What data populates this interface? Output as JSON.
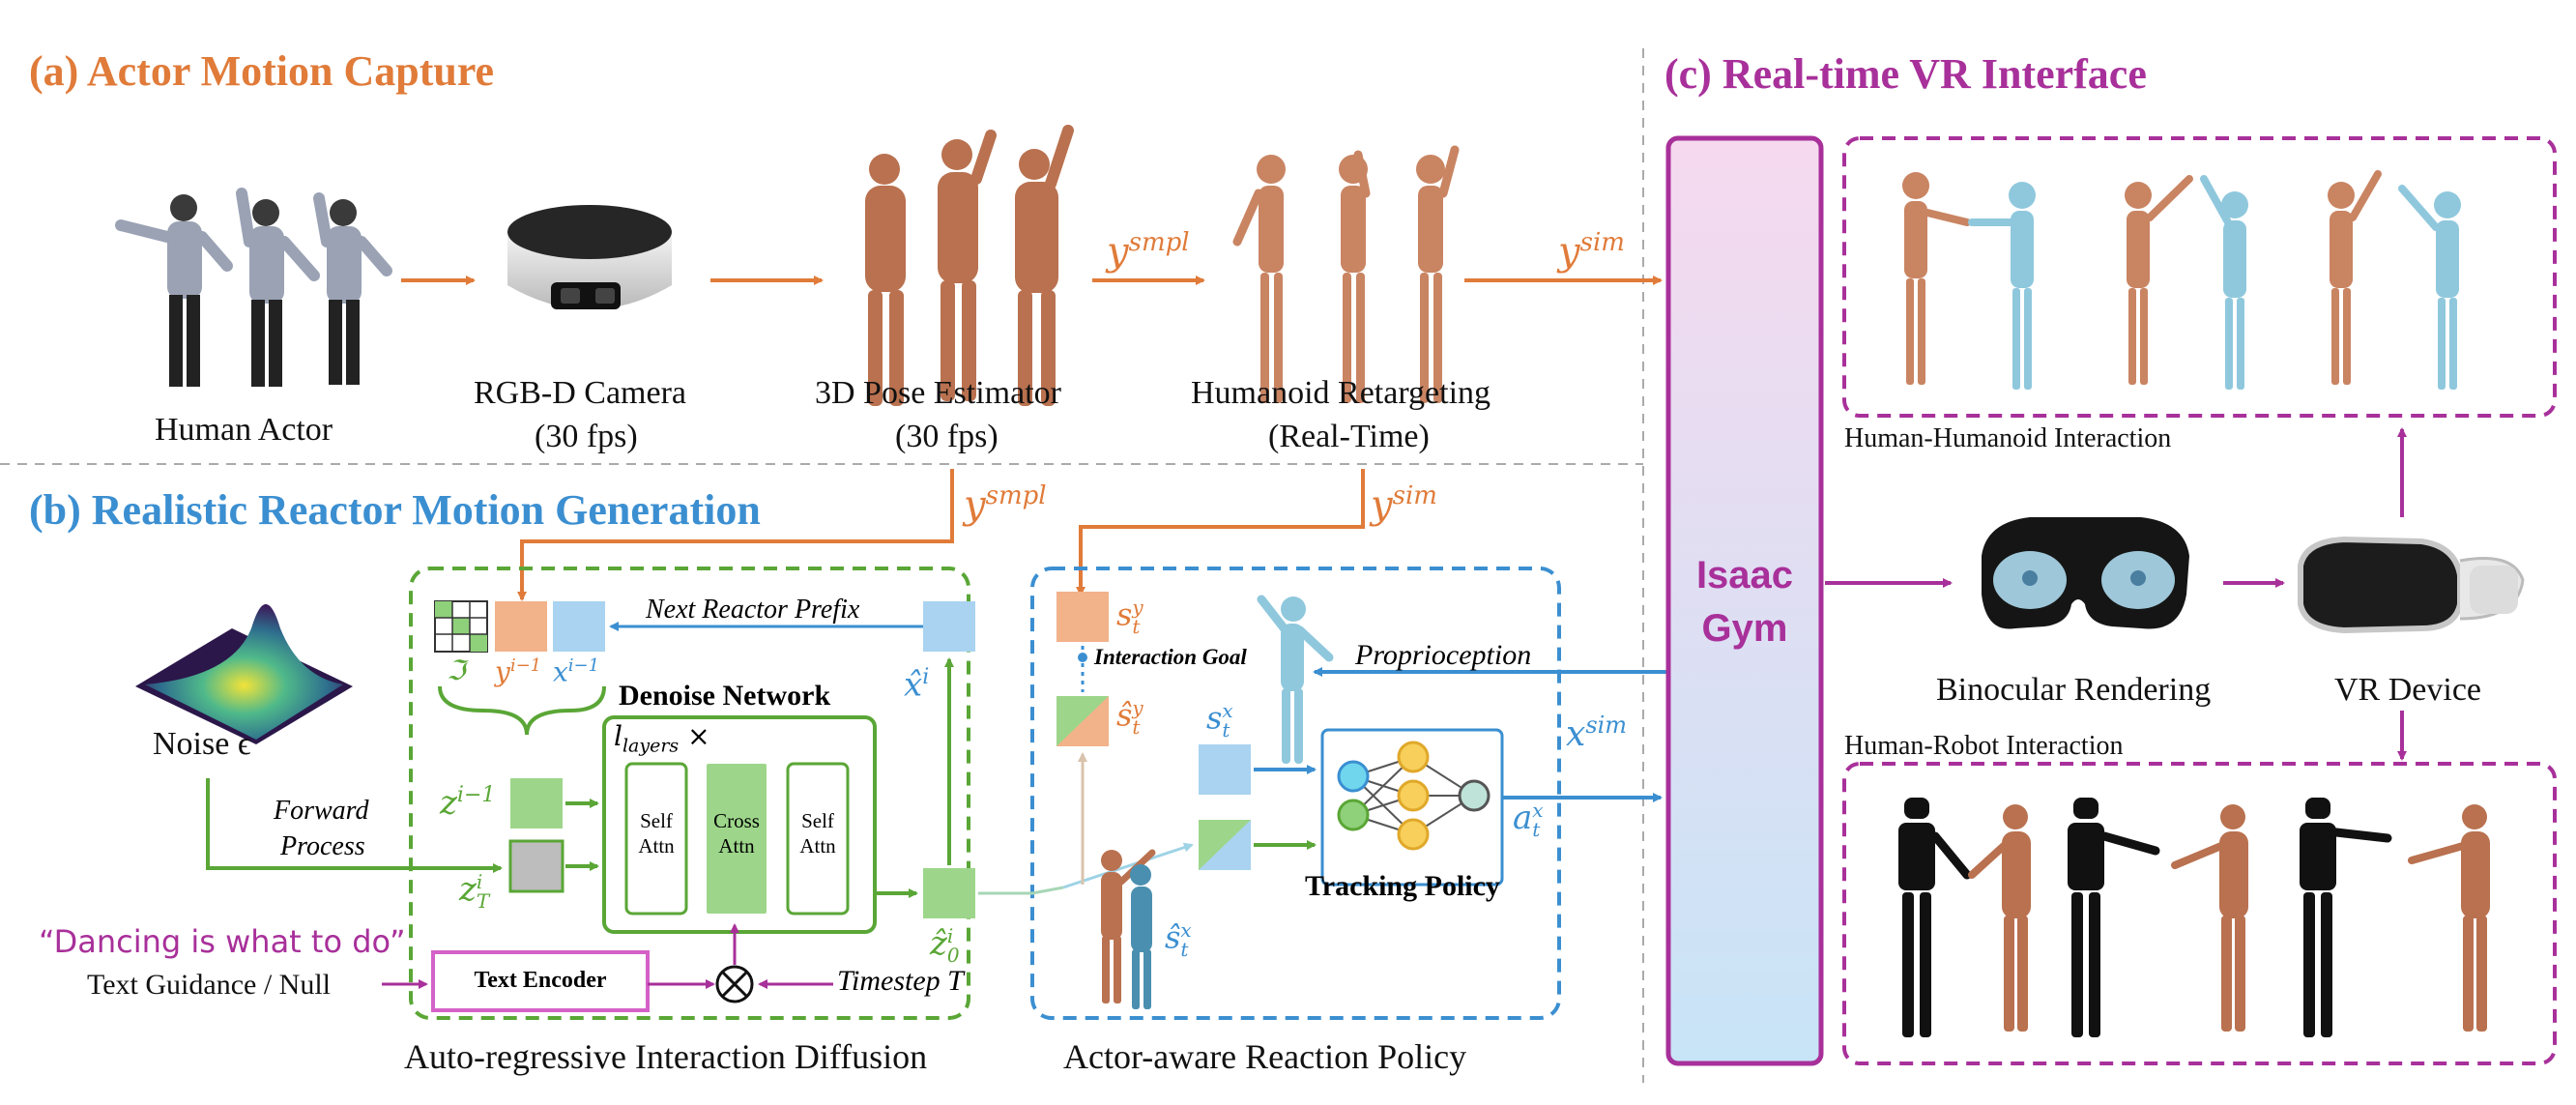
{
  "sections": {
    "a_title": "(a) Actor Motion Capture",
    "b_title": "(b) Realistic Reactor Motion Generation",
    "c_title": "(c) Real-time VR Interface"
  },
  "capture": {
    "human_actor": "Human Actor",
    "rgbd_camera": "RGB-D Camera",
    "rgbd_fps": "(30 fps)",
    "pose_estimator": "3D Pose Estimator",
    "pose_fps": "(30 fps)",
    "retargeting": "Humanoid Retargeting",
    "retargeting_mode": "(Real-Time)",
    "y_smpl_base": "y",
    "y_smpl_sup": "smpl",
    "y_sim_base": "y",
    "y_sim_sup": "sim"
  },
  "diffusion": {
    "noise_label": "Noise ϵ",
    "forward_line1": "Forward",
    "forward_line2": "Process",
    "next_prefix": "Next Reactor Prefix",
    "denoise_title": "Denoise Network",
    "layers_label": "l",
    "layers_sub": "layers",
    "layers_times": " ×",
    "self_attn_1": "Self Attn",
    "cross_attn": "Cross Attn",
    "self_attn_2": "Self Attn",
    "text_quote": "“Dancing is what to do”",
    "text_guidance": "Text Guidance / Null",
    "text_encoder": "Text Encoder",
    "timestep": "Timestep T",
    "z_prev_base": "z",
    "z_prev_sup": "i−1",
    "z_t_base": "z",
    "z_t_sup": "i",
    "z_t_sub": "T",
    "z0_base": "ẑ",
    "z0_sup": "i",
    "z0_sub": "0",
    "xhat_base": "x̂",
    "xhat_sup": "i",
    "script_i": "ℑ",
    "y_prev_base": "y",
    "y_prev_sup": "i−1",
    "x_prev_base": "x",
    "x_prev_sup": "i−1",
    "caption": "Auto-regressive Interaction Diffusion"
  },
  "policy": {
    "interaction_goal": "Interaction Goal",
    "proprioception": "Proprioception",
    "tracking_policy": "Tracking Policy",
    "s_y_base": "s",
    "s_y_sup": "y",
    "s_y_sub": "t",
    "shat_y_base": "ŝ",
    "shat_y_sup": "y",
    "shat_y_sub": "t",
    "s_x_base": "s",
    "s_x_sup": "x",
    "s_x_sub": "t",
    "shat_x_base": "ŝ",
    "shat_x_sup": "x",
    "shat_x_sub": "t",
    "a_base": "a",
    "a_sup": "x",
    "a_sub": "t",
    "x_sim_base": "x",
    "x_sim_sup": "sim",
    "caption": "Actor-aware Reaction Policy"
  },
  "vr": {
    "isaac_line1": "Isaac",
    "isaac_line2": "Gym",
    "hh_interaction": "Human-Humanoid Interaction",
    "binocular": "Binocular Rendering",
    "vr_device": "VR Device",
    "hr_interaction": "Human-Robot Interaction"
  },
  "colors": {
    "orange": "#e07b39",
    "blue": "#3b8fd1",
    "purple": "#a8309a",
    "green": "#5aa636",
    "light_green": "#9dd68a",
    "light_orange": "#f2b28a",
    "light_blue": "#a9d3f0",
    "humanoid_blue": "#8fc8dd",
    "skin": "#b9714f"
  }
}
